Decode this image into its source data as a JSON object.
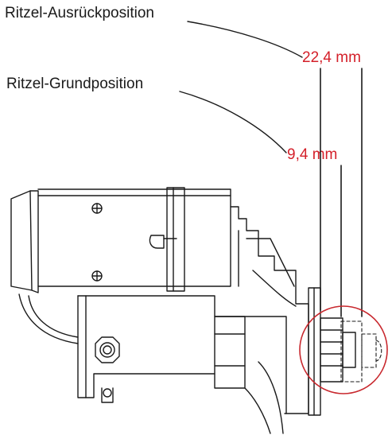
{
  "labels": {
    "ausrueck_position": "Ritzel-Ausrückposition",
    "grund_position": "Ritzel-Grundposition"
  },
  "dimensions": {
    "ausrueck_travel": "22,4 mm",
    "grund_travel": "9,4 mm"
  },
  "colors": {
    "dimension_text": "#d4202a",
    "detail_circle": "#c8282e",
    "line_art": "#1a1a1a"
  },
  "icons": [
    "screw-head-icon",
    "detail-circle-icon"
  ]
}
